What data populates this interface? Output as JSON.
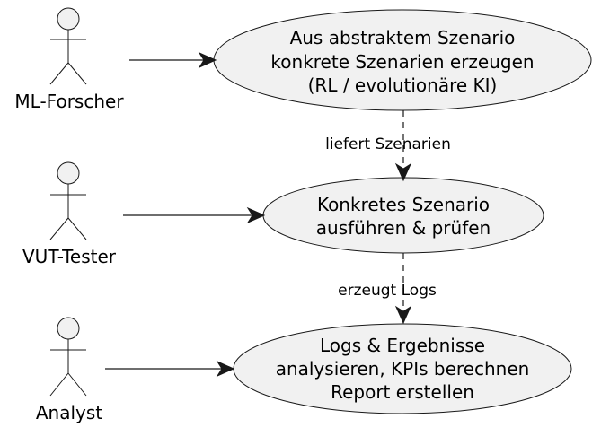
{
  "actors": [
    {
      "id": "ml-forscher",
      "label": "ML-Forscher"
    },
    {
      "id": "vut-tester",
      "label": "VUT-Tester"
    },
    {
      "id": "analyst",
      "label": "Analyst"
    }
  ],
  "use_cases": [
    {
      "id": "generate",
      "lines": [
        "Aus abstraktem Szenario",
        "konkrete Szenarien erzeugen",
        "(RL / evolutionäre KI)"
      ]
    },
    {
      "id": "execute",
      "lines": [
        "Konkretes Szenario",
        "ausführen & prüfen"
      ]
    },
    {
      "id": "analyze",
      "lines": [
        "Logs & Ergebnisse",
        "analysieren, KPIs berechnen",
        "Report erstellen"
      ]
    }
  ],
  "dependencies": [
    {
      "from": "generate",
      "to": "execute",
      "label": "liefert Szenarien"
    },
    {
      "from": "execute",
      "to": "analyze",
      "label": "erzeugt Logs"
    }
  ]
}
